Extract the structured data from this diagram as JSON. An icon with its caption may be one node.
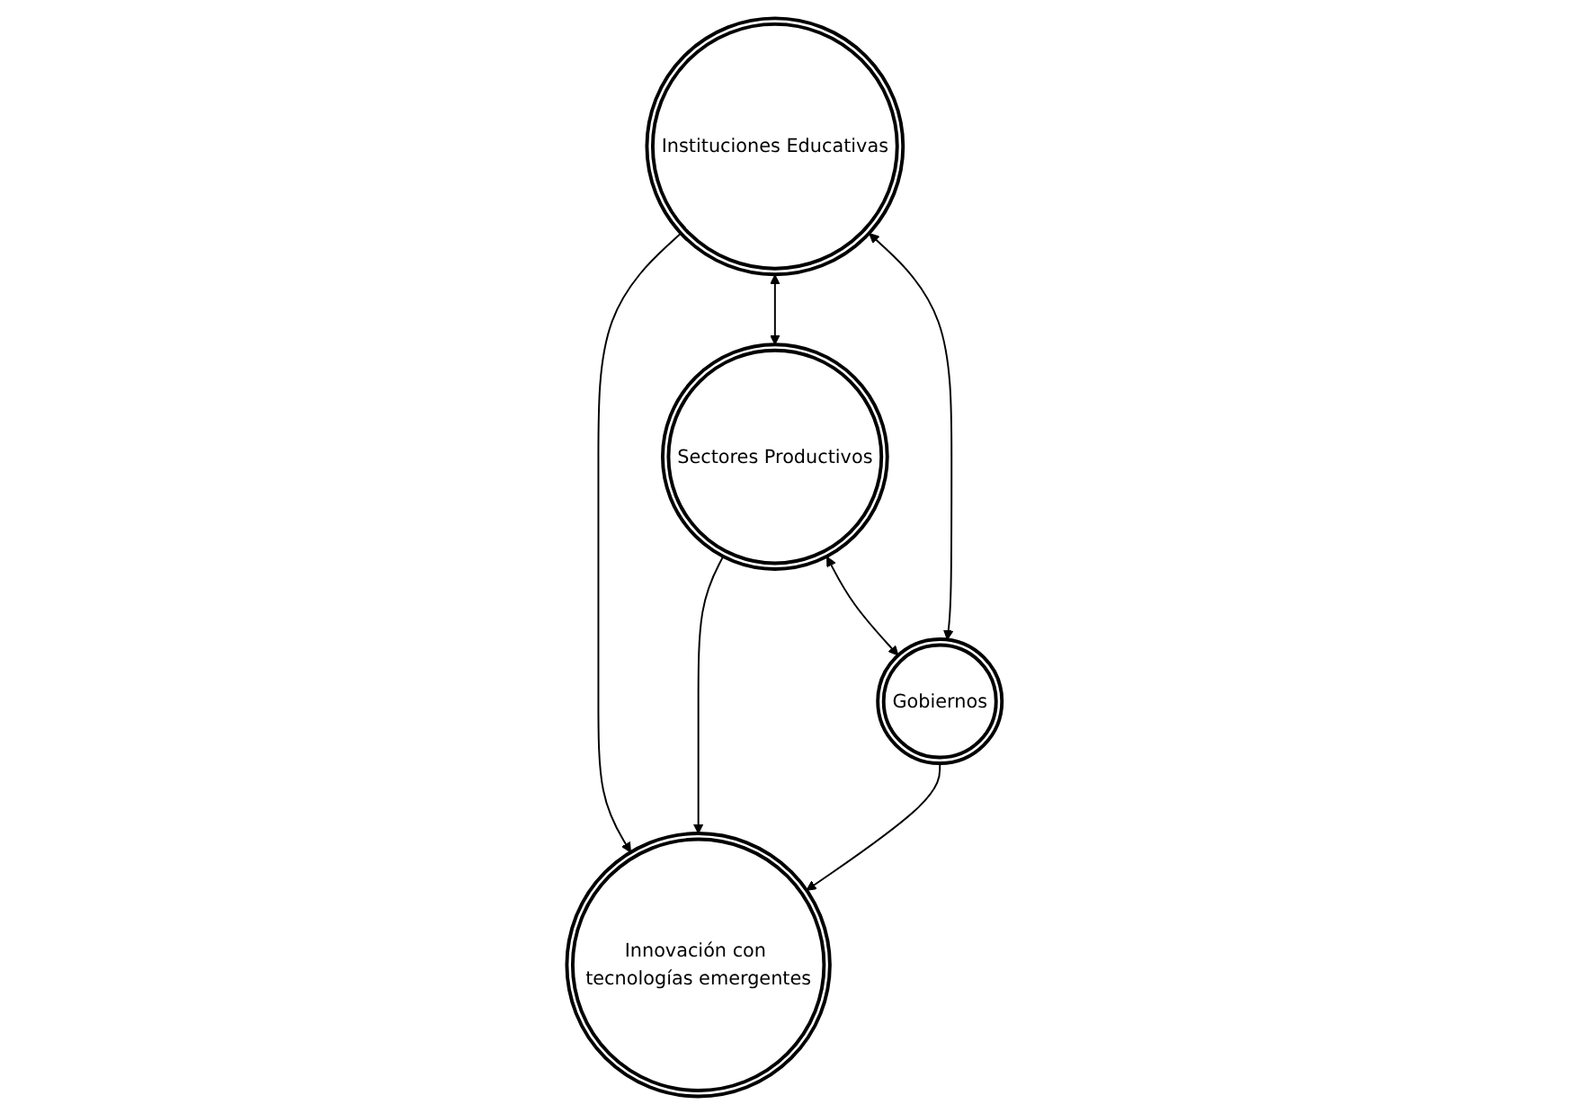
{
  "diagram": {
    "nodes": [
      {
        "text": [
          "Instituciones Educativas"
        ]
      },
      {
        "text": [
          "Innovación con tecnologías emergentes"
        ]
      },
      {
        "text": [
          "Sectores Productivos"
        ]
      },
      {
        "text": [
          "Gobiernos"
        ]
      }
    ],
    "edges": [
      {
        "from": 0,
        "to": 1,
        "arrow": "to"
      },
      {
        "from": 0,
        "to": 2,
        "arrow": "both"
      },
      {
        "from": 0,
        "to": 3,
        "arrow": "both"
      },
      {
        "from": 2,
        "to": 1,
        "arrow": "to"
      },
      {
        "from": 3,
        "to": 1,
        "arrow": "to"
      },
      {
        "from": 2,
        "to": 3,
        "arrow": "both"
      }
    ]
  }
}
